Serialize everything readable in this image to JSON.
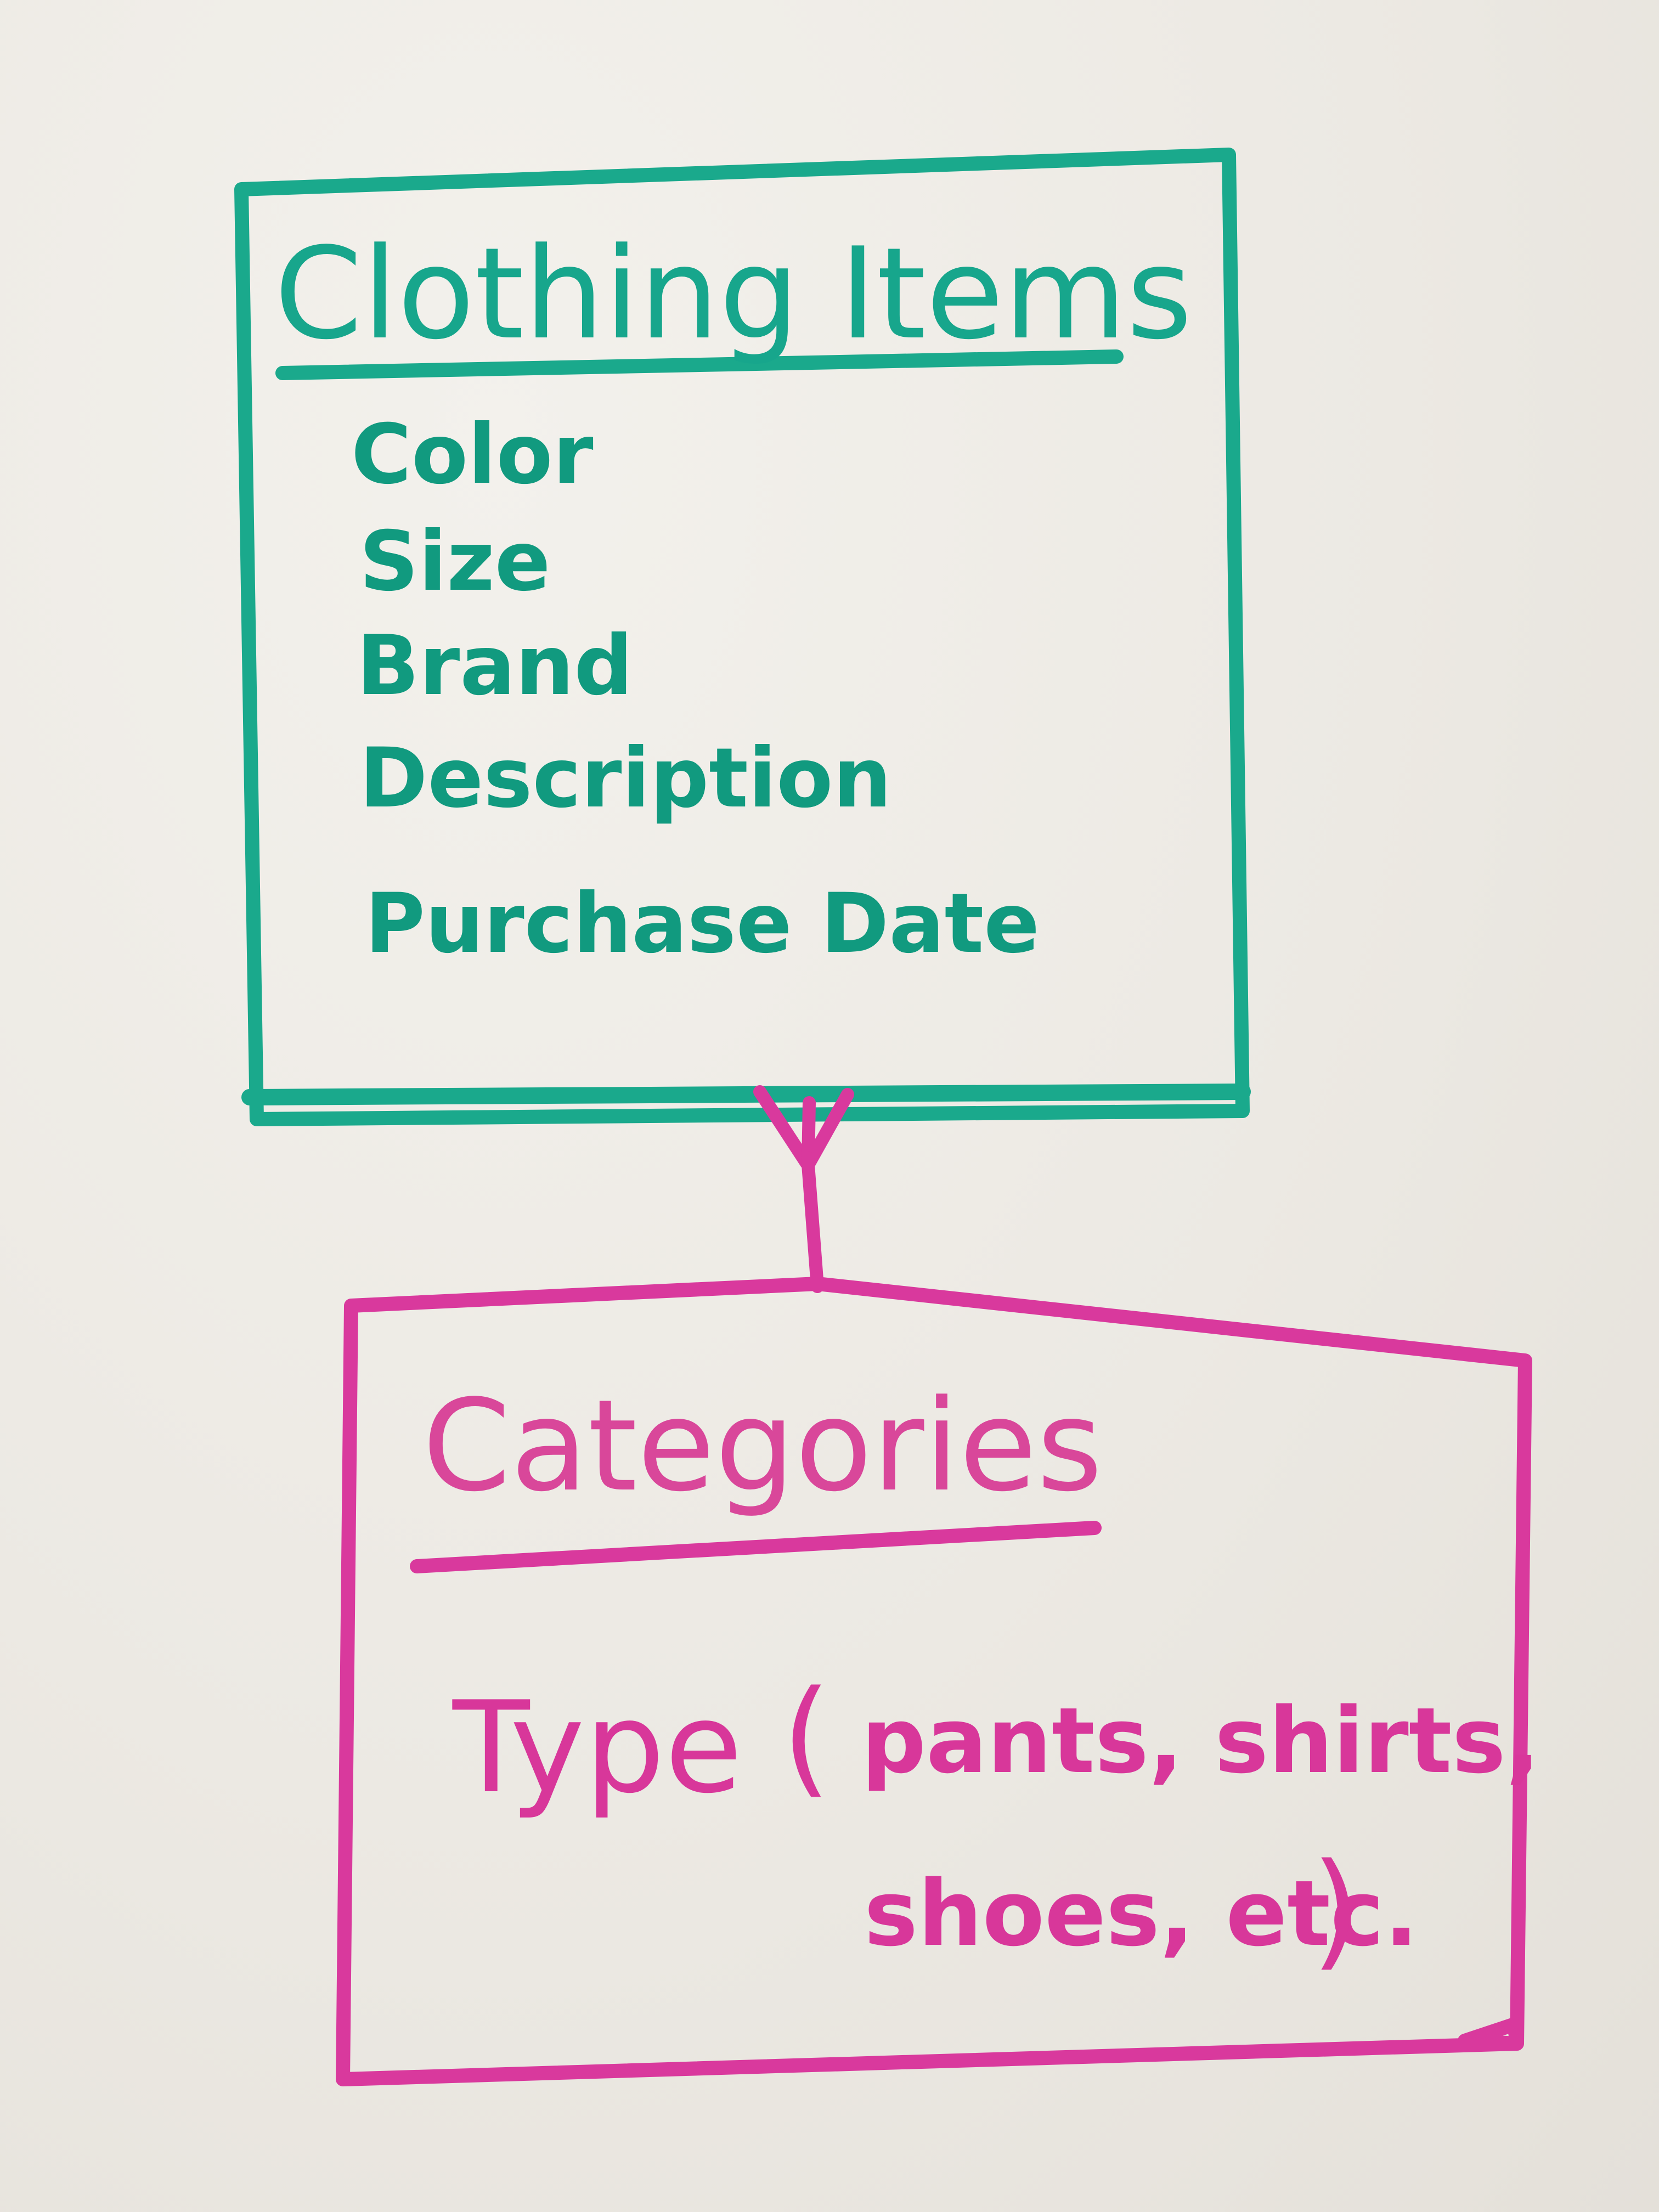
{
  "colors": {
    "board": "#eeebe6",
    "teal": "#1aa98c",
    "pink": "#d9399d"
  },
  "entities": {
    "clothing": {
      "title": "Clothing Items",
      "attributes": [
        "Color",
        "Size",
        "Brand",
        "Description",
        "Purchase Date"
      ]
    },
    "categories": {
      "title": "Categories",
      "type_label": "Type",
      "type_open": "(",
      "type_line1": "pants, shirts,",
      "type_line2": "shoes, etc.",
      "type_close": ")"
    }
  },
  "relationship": {
    "kind": "crow's foot (many) at Clothing Items, one at Categories"
  }
}
